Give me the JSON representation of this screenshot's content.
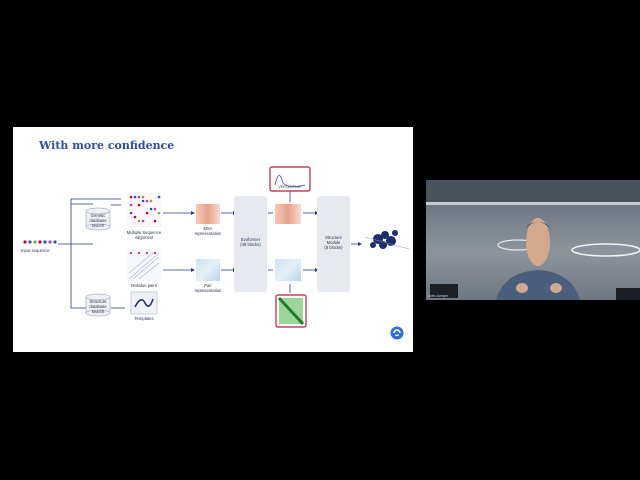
{
  "slide": {
    "title": "With more confidence",
    "labels": {
      "input_sequence": "Input sequence",
      "genetic_db": [
        "Genetic",
        "database",
        "search"
      ],
      "structure_db": [
        "Structure",
        "database",
        "search"
      ],
      "msa_alignment": [
        "Multiple Sequence",
        "Alignment"
      ],
      "residue_pairs": "Residue pairs",
      "templates": "Templates",
      "msa_repr": [
        "MSA",
        "representation"
      ],
      "pair_repr": [
        "Pair",
        "representation"
      ],
      "evoformer": [
        "Evoformer",
        "(48 blocks)"
      ],
      "structure_module": [
        "Structure",
        "Module",
        "(8 blocks)"
      ],
      "confidence_top": "VEFSKDPLAF"
    }
  },
  "webcam": {
    "participant_name": "John Jumper"
  },
  "colors": {
    "accent_blue": "#2d4fa6",
    "highlight_red": "#b0223f",
    "slide_bg": "#ffffff",
    "page_bg": "#000000"
  },
  "icons": {
    "logo": "deepmind-logo-icon"
  }
}
